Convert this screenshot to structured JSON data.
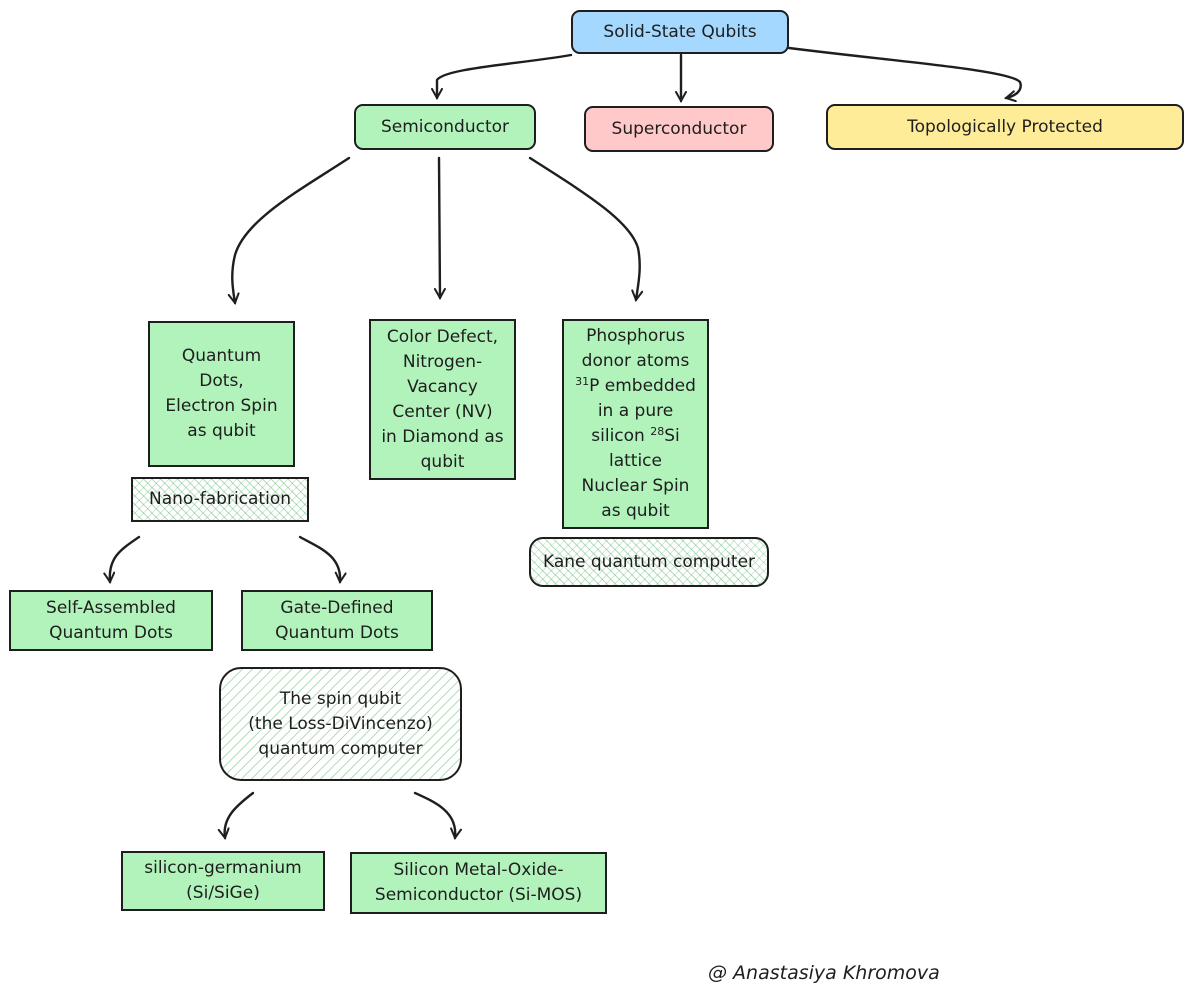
{
  "nodes": {
    "root": "Solid-State Qubits",
    "semiconductor": "Semiconductor",
    "superconductor": "Superconductor",
    "topological": "Topologically Protected",
    "quantum_dots": "Quantum\nDots,\nElectron Spin\nas qubit",
    "nv_center": "Color Defect,\nNitrogen-\nVacancy\nCenter (NV)\nin Diamond as\nqubit",
    "phosphorus": {
      "line1": "Phosphorus",
      "line2": "donor atoms",
      "sup_31": "31",
      "line3_rest": "P embedded",
      "line4": "in a pure",
      "line5_pre": "silicon ",
      "sup_28": "28",
      "line5_rest": "Si",
      "line6": "lattice",
      "line7": "Nuclear Spin",
      "line8": "as qubit"
    },
    "nano_fabrication": "Nano-fabrication",
    "kane": "Kane quantum computer",
    "self_assembled": "Self-Assembled\nQuantum Dots",
    "gate_defined": "Gate-Defined\nQuantum Dots",
    "spin_qubit": "The spin qubit\n(the Loss-DiVincenzo)\nquantum computer",
    "si_sige": "silicon-germanium\n(Si/SiGe)",
    "si_mos": "Silicon Metal-Oxide-\nSemiconductor (Si-MOS)"
  },
  "credit": "@ Anastasiya Khromova",
  "colors": {
    "blue": "#a5d8ff",
    "green": "#b2f2bb",
    "pink": "#ffc9c9",
    "yellow": "#ffec99",
    "stroke": "#1e1e1e"
  }
}
